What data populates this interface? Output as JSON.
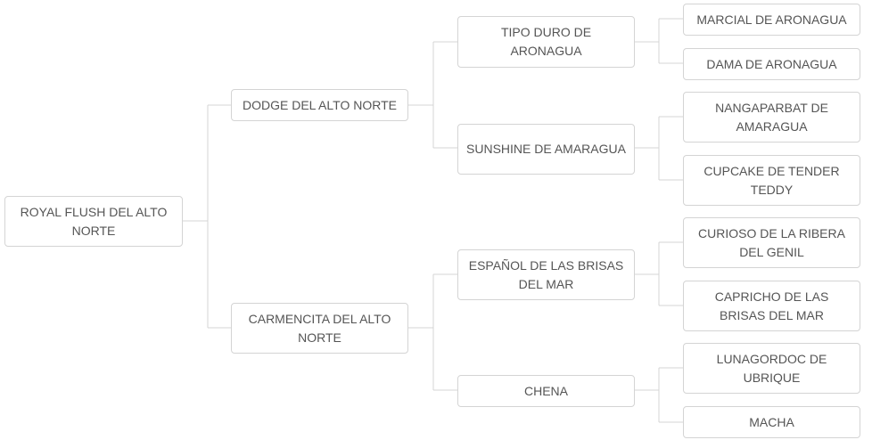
{
  "pedigree": {
    "subject": "ROYAL FLUSH DEL ALTO NORTE",
    "sire": "DODGE DEL ALTO NORTE",
    "dam": "CARMENCITA DEL ALTO NORTE",
    "sire_sire": "TIPO DURO DE ARONAGUA",
    "sire_dam": "SUNSHINE DE AMARAGUA",
    "dam_sire": "ESPAÑOL DE LAS BRISAS DEL MAR",
    "dam_dam": "CHENA",
    "sire_sire_sire": "MARCIAL DE ARONAGUA",
    "sire_sire_dam": "DAMA DE ARONAGUA",
    "sire_dam_sire": "NANGAPARBAT DE AMARAGUA",
    "sire_dam_dam": "CUPCAKE DE TENDER TEDDY",
    "dam_sire_sire": "CURIOSO DE LA RIBERA DEL GENIL",
    "dam_sire_dam": "CAPRICHO DE LAS BRISAS DEL MAR",
    "dam_dam_sire": "LUNAGORDOC DE UBRIQUE",
    "dam_dam_dam": "MACHA"
  }
}
